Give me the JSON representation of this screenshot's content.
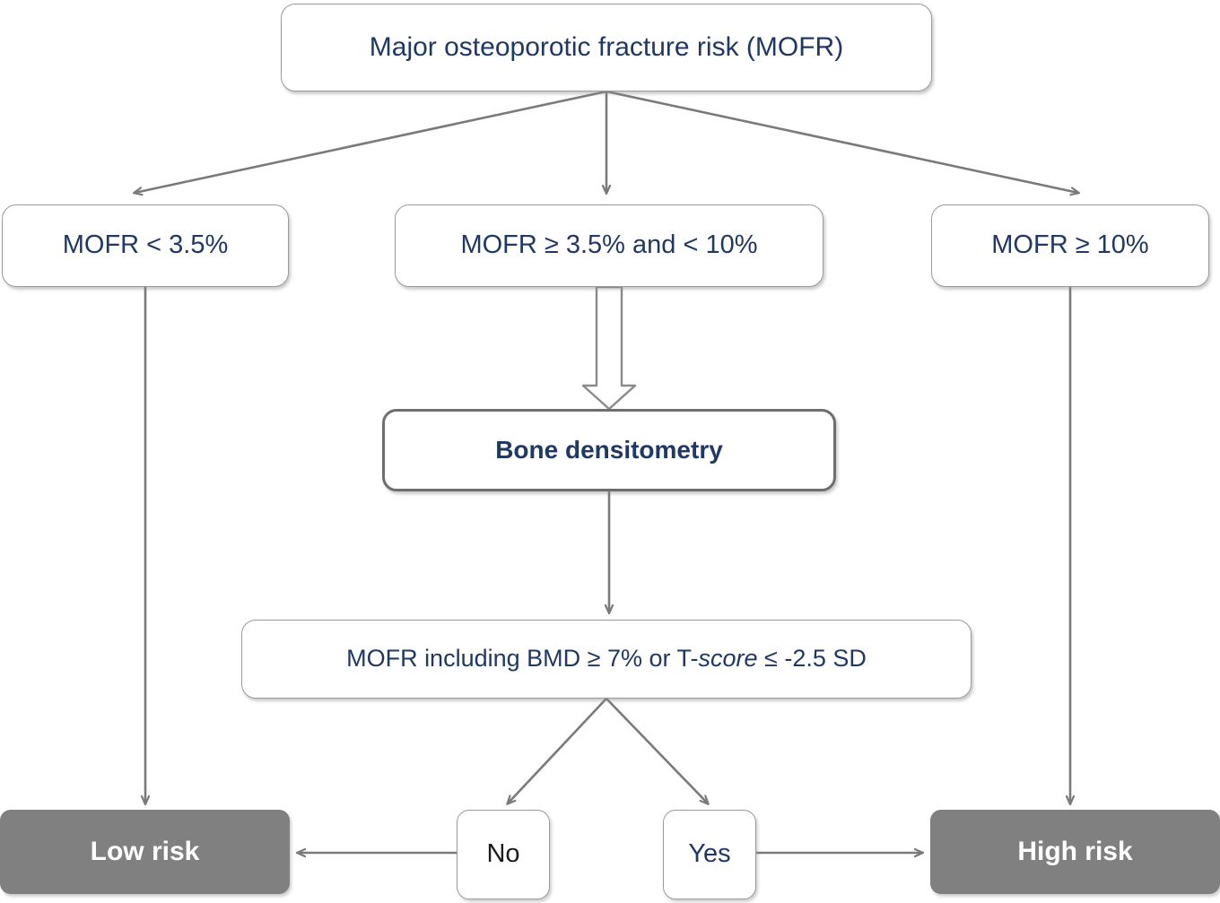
{
  "diagram": {
    "title": "Major osteoporotic fracture risk (MOFR) decision flowchart",
    "colors": {
      "text_blue": "#1f3864",
      "outcome_fill": "#808080",
      "outcome_text": "#ffffff",
      "box_border": "#9a9a9a",
      "emphasis_border": "#6e6e6e",
      "arrow": "#7a7a7a",
      "background": "#ffffff"
    },
    "nodes": {
      "root": {
        "label": "Major osteoporotic fracture risk (MOFR)",
        "style": "plain"
      },
      "branch_low": {
        "label": "MOFR < 3.5%",
        "style": "plain"
      },
      "branch_mid": {
        "label": "MOFR ≥ 3.5% and < 10%",
        "style": "plain"
      },
      "branch_high": {
        "label": "MOFR ≥ 10%",
        "style": "plain"
      },
      "bone_densitometry": {
        "label": "Bone densitometry",
        "style": "thick-bold"
      },
      "bmd_test": {
        "label_part1": "MOFR including BMD ≥ 7% or T-",
        "label_italic": "score",
        "label_part2": " ≤ -2.5 SD",
        "style": "plain"
      },
      "answer_no": {
        "label": "No",
        "style": "small-plain"
      },
      "answer_yes": {
        "label": "Yes",
        "style": "small-plain"
      },
      "outcome_low": {
        "label": "Low risk",
        "style": "filled"
      },
      "outcome_high": {
        "label": "High risk",
        "style": "filled"
      }
    },
    "edges": [
      {
        "from": "root",
        "to": "branch_low",
        "kind": "line-arrow"
      },
      {
        "from": "root",
        "to": "branch_mid",
        "kind": "line-arrow"
      },
      {
        "from": "root",
        "to": "branch_high",
        "kind": "line-arrow"
      },
      {
        "from": "branch_mid",
        "to": "bone_densitometry",
        "kind": "hollow-block-arrow"
      },
      {
        "from": "bone_densitometry",
        "to": "bmd_test",
        "kind": "line-arrow"
      },
      {
        "from": "bmd_test",
        "to": "answer_no",
        "kind": "line-arrow"
      },
      {
        "from": "bmd_test",
        "to": "answer_yes",
        "kind": "line-arrow"
      },
      {
        "from": "branch_low",
        "to": "outcome_low",
        "kind": "line-arrow"
      },
      {
        "from": "answer_no",
        "to": "outcome_low",
        "kind": "line-arrow"
      },
      {
        "from": "answer_yes",
        "to": "outcome_high",
        "kind": "line-arrow"
      },
      {
        "from": "branch_high",
        "to": "outcome_high",
        "kind": "line-arrow"
      }
    ]
  }
}
